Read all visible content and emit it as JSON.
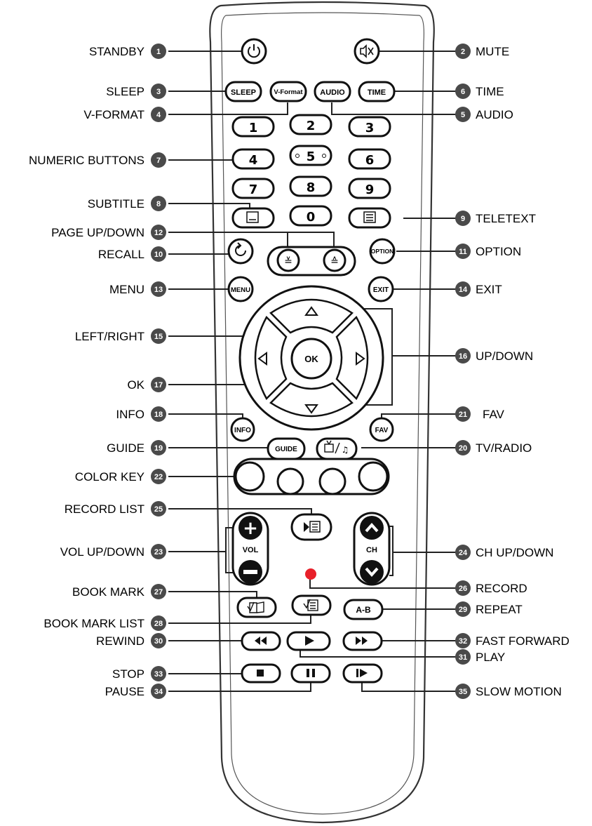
{
  "callouts": [
    {
      "n": "1",
      "label": "STANDBY"
    },
    {
      "n": "2",
      "label": "MUTE"
    },
    {
      "n": "3",
      "label": "SLEEP"
    },
    {
      "n": "4",
      "label": "V-FORMAT"
    },
    {
      "n": "5",
      "label": "AUDIO"
    },
    {
      "n": "6",
      "label": "TIME"
    },
    {
      "n": "7",
      "label": "NUMERIC BUTTONS"
    },
    {
      "n": "8",
      "label": "SUBTITLE"
    },
    {
      "n": "9",
      "label": "TELETEXT"
    },
    {
      "n": "10",
      "label": "RECALL"
    },
    {
      "n": "11",
      "label": "OPTION"
    },
    {
      "n": "12",
      "label": "PAGE UP/DOWN"
    },
    {
      "n": "13",
      "label": "MENU"
    },
    {
      "n": "14",
      "label": "EXIT"
    },
    {
      "n": "15",
      "label": "LEFT/RIGHT"
    },
    {
      "n": "16",
      "label": "UP/DOWN"
    },
    {
      "n": "17",
      "label": "OK"
    },
    {
      "n": "18",
      "label": "INFO"
    },
    {
      "n": "19",
      "label": "GUIDE"
    },
    {
      "n": "20",
      "label": "TV/RADIO"
    },
    {
      "n": "21",
      "label": "FAV"
    },
    {
      "n": "22",
      "label": "COLOR KEY"
    },
    {
      "n": "23",
      "label": "VOL UP/DOWN"
    },
    {
      "n": "24",
      "label": "CH UP/DOWN"
    },
    {
      "n": "25",
      "label": "RECORD LIST"
    },
    {
      "n": "26",
      "label": "RECORD"
    },
    {
      "n": "27",
      "label": "BOOK MARK"
    },
    {
      "n": "28",
      "label": "BOOK MARK LIST"
    },
    {
      "n": "29",
      "label": "REPEAT"
    },
    {
      "n": "30",
      "label": "REWIND"
    },
    {
      "n": "31",
      "label": "PLAY"
    },
    {
      "n": "32",
      "label": "FAST FORWARD"
    },
    {
      "n": "33",
      "label": "STOP"
    },
    {
      "n": "34",
      "label": "PAUSE"
    },
    {
      "n": "35",
      "label": "SLOW MOTION"
    }
  ],
  "buttons": {
    "sleep": "SLEEP",
    "vformat": "V-Format",
    "audio": "AUDIO",
    "time": "TIME",
    "digits": [
      "1",
      "2",
      "3",
      "4",
      "5",
      "6",
      "7",
      "8",
      "9",
      "0"
    ],
    "option": "OPTION",
    "menu": "MENU",
    "exit": "EXIT",
    "ok": "OK",
    "info": "INFO",
    "fav": "FAV",
    "guide": "GUIDE",
    "vol": "VOL",
    "ch": "CH",
    "ab": "A-B"
  },
  "colors": {
    "record_dot": "#e8202a",
    "callout_circle": "#4a4a4a"
  }
}
